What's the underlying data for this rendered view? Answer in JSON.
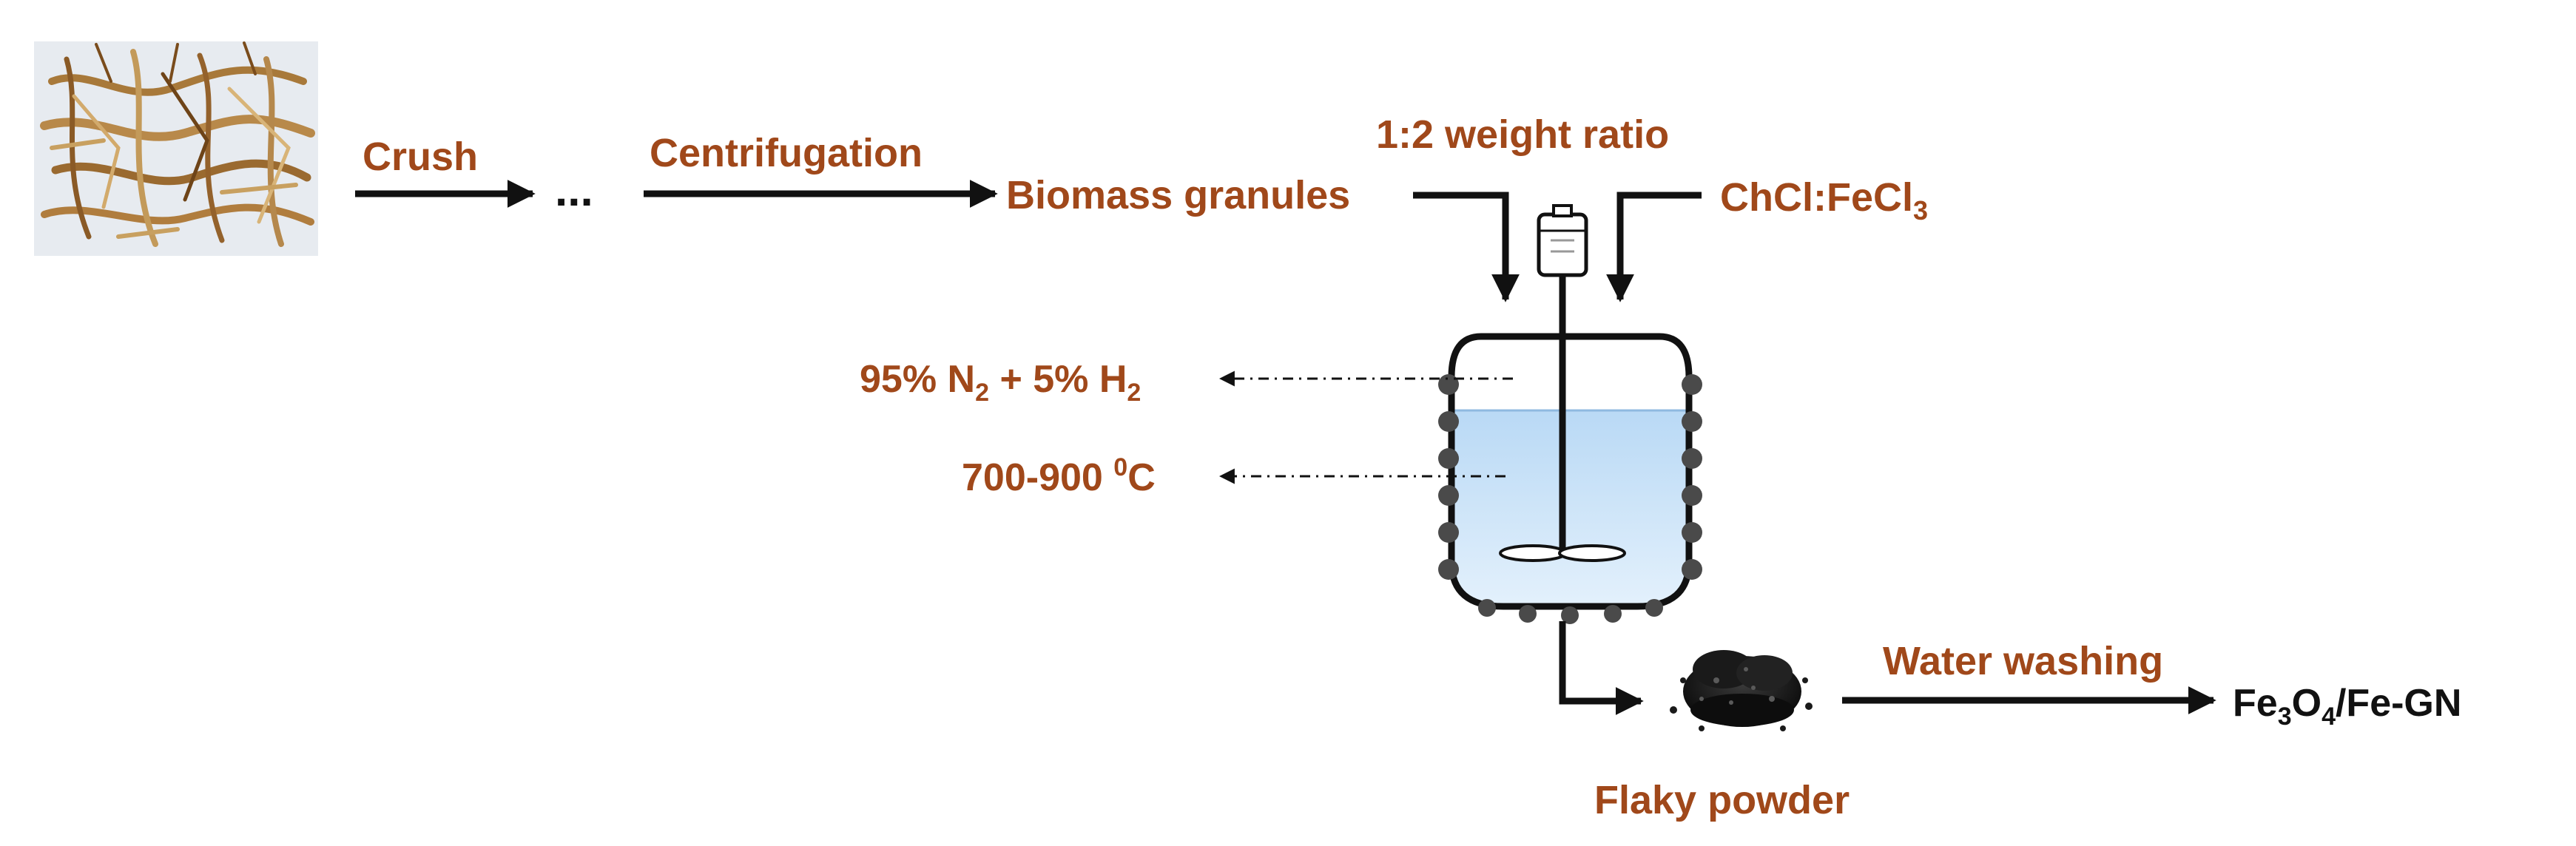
{
  "labels": {
    "crush": "Crush",
    "ellipsis": "...",
    "centrifugation": "Centrifugation",
    "biomass_granules": "Biomass granules",
    "weight_ratio": "1:2 weight ratio",
    "chcl": "ChCl:FeCl",
    "chcl_sub": "3",
    "gas_a": "95%  N",
    "gas_a_sub": "2",
    "gas_b": " + 5%  H",
    "gas_b_sub": "2",
    "temp_range": "700-900 ",
    "temp_sup": "0",
    "temp_unit": "C",
    "water_washing": "Water washing",
    "flaky_powder": "Flaky powder",
    "product_a": "Fe",
    "product_a_sub": "3",
    "product_b": "O",
    "product_b_sub": "4",
    "product_c": "/Fe-GN"
  },
  "colors": {
    "label_brown": "#a0481a",
    "label_black": "#111111",
    "arrow": "#111111",
    "liquid_top": "#b9d9f5",
    "liquid_bottom": "#ddeefb"
  },
  "icons": [
    "biomass-photo",
    "stirred-reactor-vessel",
    "stirrer-motor",
    "black-powder-pile"
  ]
}
